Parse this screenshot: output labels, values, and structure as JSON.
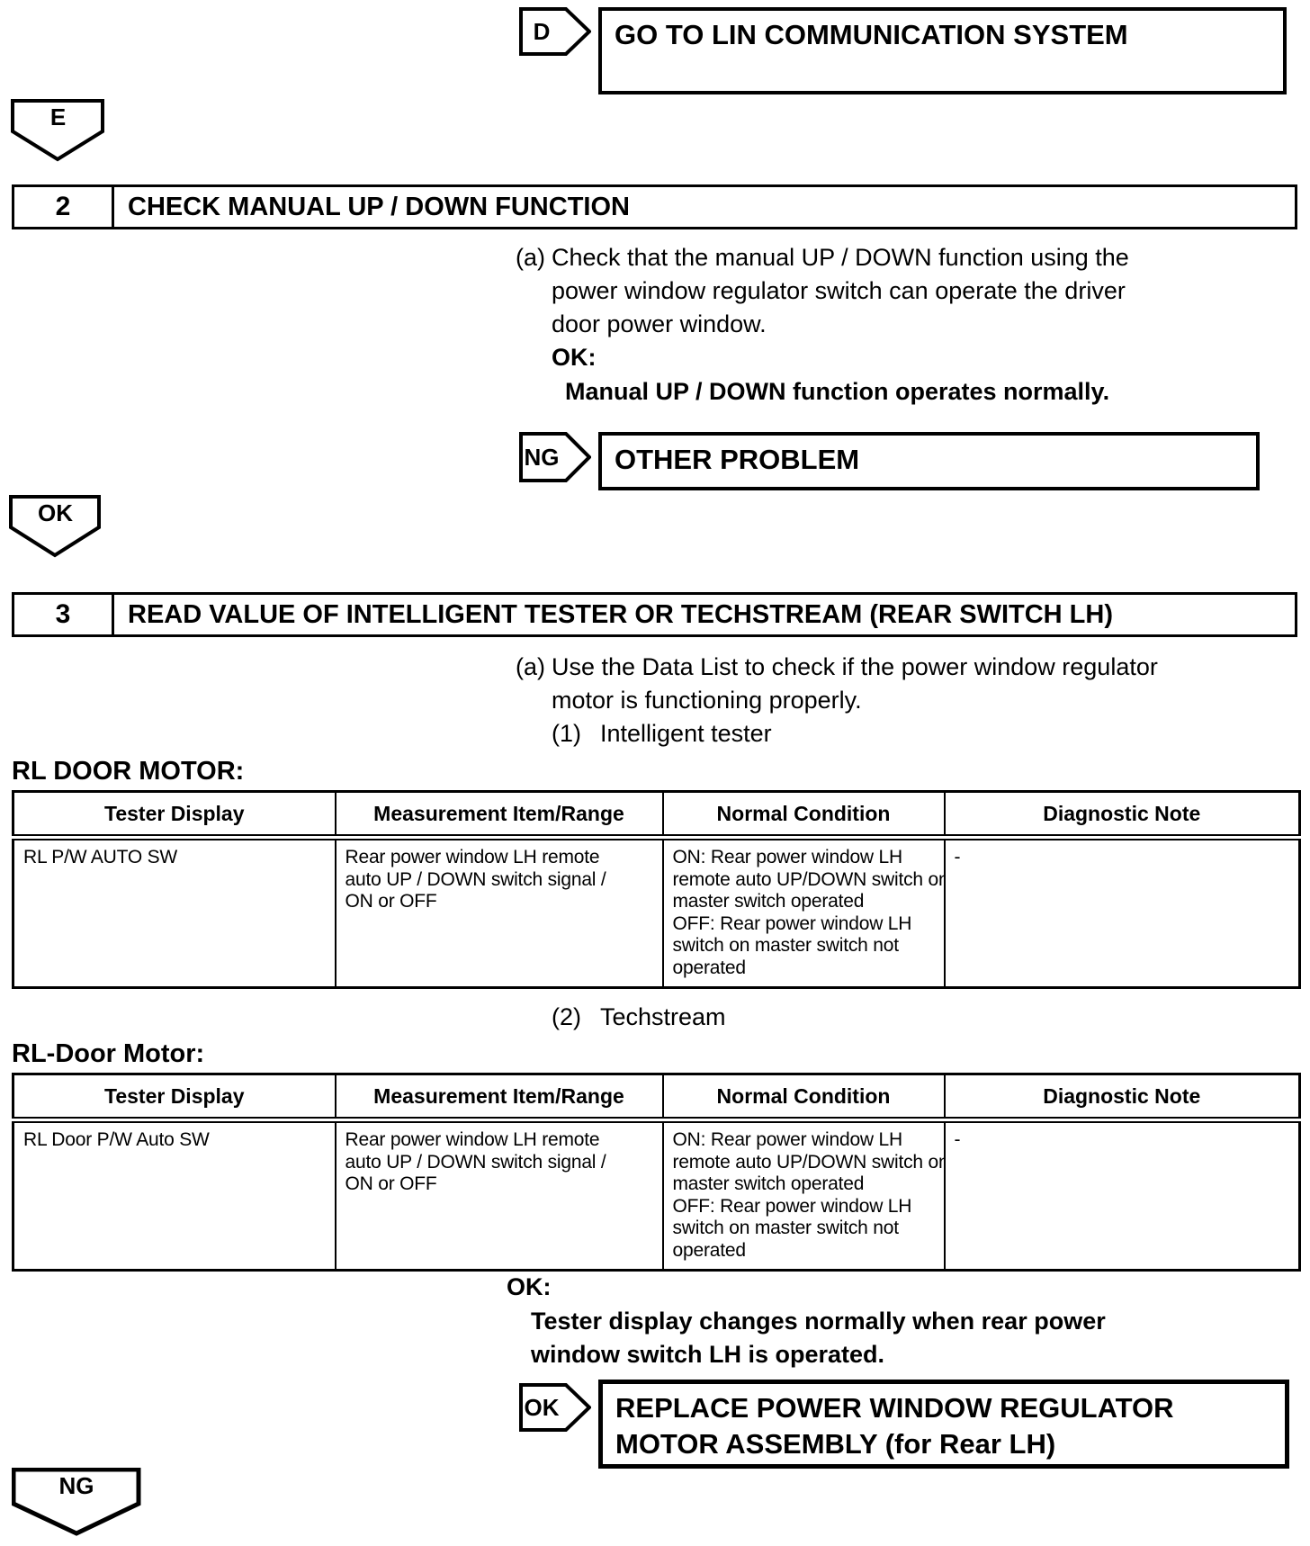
{
  "colors": {
    "ink": "#000000",
    "paper": "#ffffff"
  },
  "branch_d": {
    "connector": "D",
    "action": "GO TO LIN COMMUNICATION SYSTEM"
  },
  "connector_e": "E",
  "step2": {
    "number": "2",
    "title": "CHECK MANUAL UP / DOWN FUNCTION",
    "item_marker": "(a)",
    "item_text": "Check that the manual UP / DOWN function using the\npower window regulator switch can operate the driver\ndoor power window.",
    "ok_label": "OK:",
    "ok_text": "Manual UP / DOWN function operates normally.",
    "ng_branch": {
      "connector": "NG",
      "action": "OTHER PROBLEM"
    }
  },
  "connector_ok": "OK",
  "step3": {
    "number": "3",
    "title": "READ VALUE OF INTELLIGENT TESTER OR TECHSTREAM (REAR SWITCH LH)",
    "item_marker": "(a)",
    "item_text": "Use the Data List to check if the power window regulator\nmotor is functioning properly.",
    "sub1_marker": "(1)",
    "sub1_label": "Intelligent tester",
    "sub2_marker": "(2)",
    "sub2_label": "Techstream",
    "ok_label": "OK:",
    "ok_text": "Tester display changes normally when rear power\nwindow switch LH is operated.",
    "ok_branch": {
      "connector": "OK",
      "action": "REPLACE POWER WINDOW REGULATOR\nMOTOR ASSEMBLY (for Rear LH)"
    }
  },
  "table1": {
    "heading": "RL DOOR MOTOR:",
    "headers": [
      "Tester Display",
      "Measurement Item/Range",
      "Normal Condition",
      "Diagnostic Note"
    ],
    "row": {
      "tester_display": "RL P/W AUTO SW",
      "measurement": "Rear power window LH remote\nauto UP / DOWN switch signal /\nON or OFF",
      "normal_condition": "ON: Rear power window LH\nremote auto UP/DOWN switch on\nmaster switch operated\nOFF: Rear power window LH\nswitch on master switch not\noperated",
      "diagnostic_note": "-"
    }
  },
  "table2": {
    "heading": "RL-Door Motor:",
    "headers": [
      "Tester Display",
      "Measurement Item/Range",
      "Normal Condition",
      "Diagnostic Note"
    ],
    "row": {
      "tester_display": "RL Door P/W Auto SW",
      "measurement": "Rear power window LH remote\nauto UP / DOWN switch signal /\nON or OFF",
      "normal_condition": "ON: Rear power window LH\nremote auto UP/DOWN switch on\nmaster switch operated\nOFF: Rear power window LH\nswitch on master switch not\noperated",
      "diagnostic_note": "-"
    }
  },
  "connector_ng_bottom": "NG"
}
